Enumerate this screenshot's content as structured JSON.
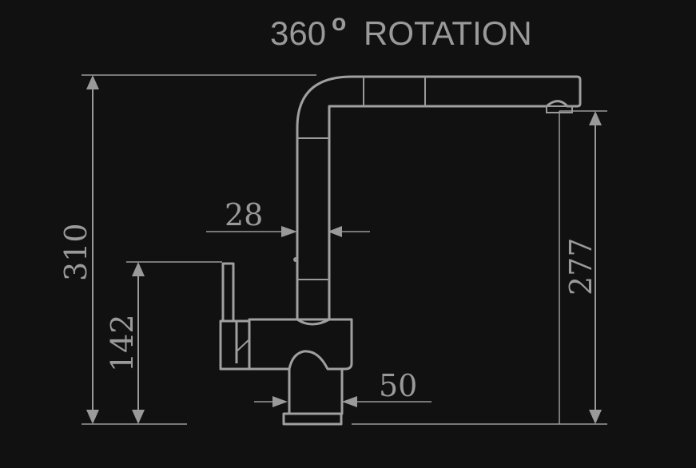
{
  "title": {
    "number": "360",
    "degree": "o",
    "text": "ROTATION"
  },
  "dimensions": {
    "overall_height": "310",
    "lever_height": "142",
    "spout_diameter": "28",
    "base_diameter": "50",
    "spout_height": "277"
  },
  "colors": {
    "background": "#111111",
    "lines": "#9a9a9a"
  }
}
